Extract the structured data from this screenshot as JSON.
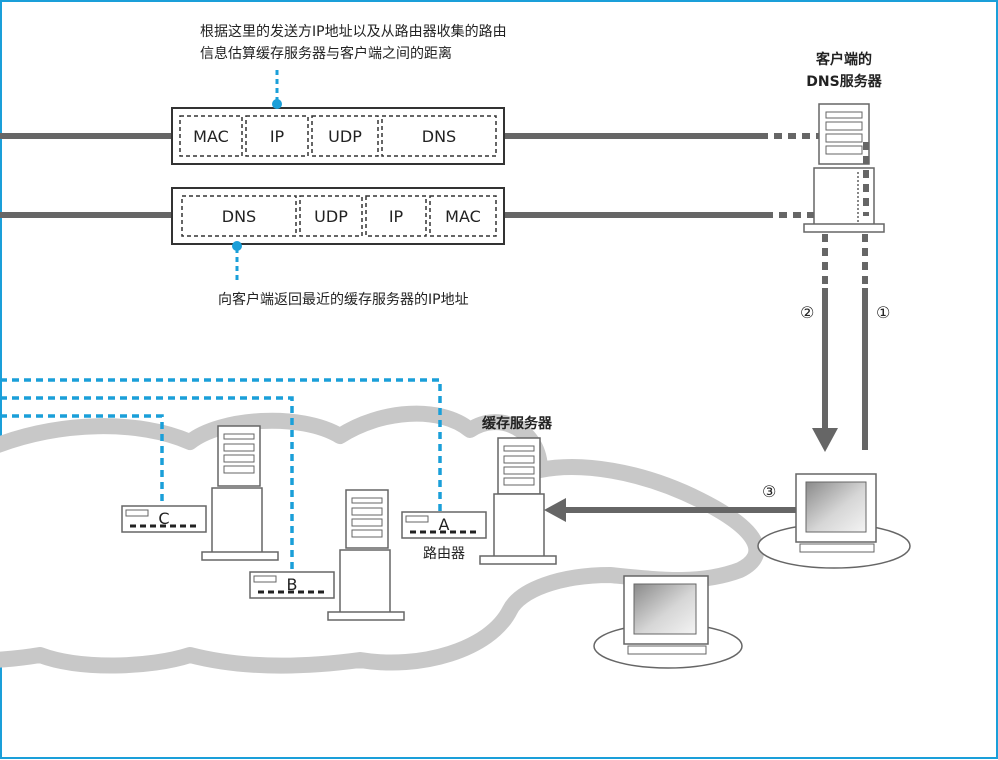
{
  "annotations": {
    "top_note": [
      "根据这里的发送方IP地址以及从路由器收集的路由",
      "信息估算缓存服务器与客户端之间的距离"
    ],
    "bottom_note": "向客户端返回最近的缓存服务器的IP地址"
  },
  "dns_server_label": [
    "客户端的",
    "DNS服务器"
  ],
  "cache_server_label": "缓存服务器",
  "router_label": "路由器",
  "request_packet": {
    "fields": [
      "MAC",
      "IP",
      "UDP",
      "DNS"
    ]
  },
  "response_packet": {
    "fields": [
      "DNS",
      "UDP",
      "IP",
      "MAC"
    ]
  },
  "steps": [
    "①",
    "②",
    "③"
  ],
  "routers": [
    "A",
    "B",
    "C"
  ],
  "colors": {
    "accent": "#1a9fd9",
    "line": "#666666",
    "cloud": "#c8c8c8"
  }
}
